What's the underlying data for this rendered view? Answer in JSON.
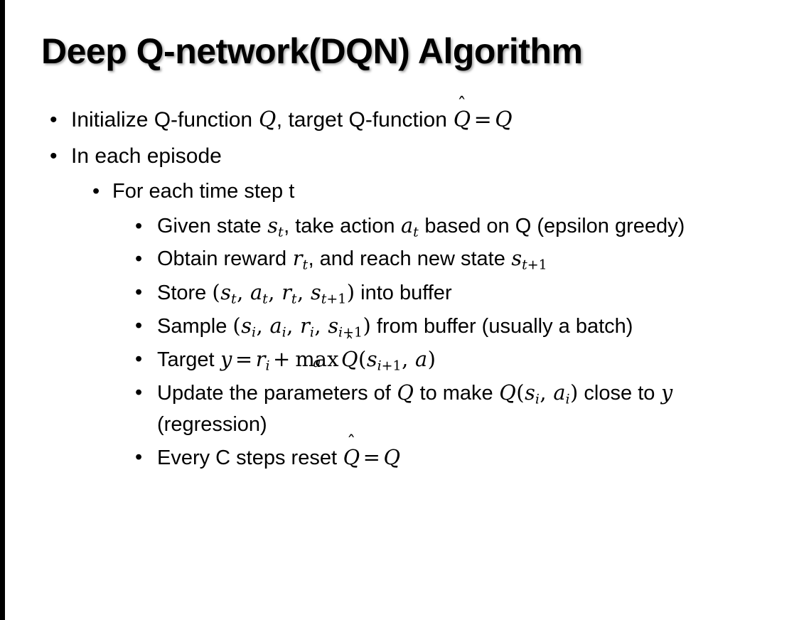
{
  "slide": {
    "title": "Deep Q-network(DQN) Algorithm",
    "accent_bar_color": "#000000",
    "background_color": "#ffffff",
    "text_color": "#000000",
    "bullet_glyph": "•"
  },
  "content": {
    "items": [
      {
        "level": 1,
        "name": "initialize-q-function",
        "plain_text": "Initialize Q-function Q, target Q-function Q̂ = Q",
        "segments": [
          {
            "kind": "text",
            "value": "Initialize Q-function "
          },
          {
            "kind": "math",
            "value": "Q"
          },
          {
            "kind": "text",
            "value": ", target Q-function "
          },
          {
            "kind": "math-hat",
            "value": "Q"
          },
          {
            "kind": "op",
            "value": "="
          },
          {
            "kind": "math",
            "value": "Q"
          }
        ]
      },
      {
        "level": 1,
        "name": "in-each-episode",
        "plain_text": "In each episode",
        "segments": [
          {
            "kind": "text",
            "value": "In each episode"
          }
        ]
      },
      {
        "level": 2,
        "name": "for-each-time-step",
        "plain_text": "For each time step t",
        "segments": [
          {
            "kind": "text",
            "value": "For each time step t"
          }
        ]
      },
      {
        "level": 3,
        "name": "given-state-take-action",
        "plain_text": "Given state s_t, take action a_t based on Q (epsilon greedy)",
        "segments": [
          {
            "kind": "text",
            "value": "Given state "
          },
          {
            "kind": "math-sub",
            "value": "s",
            "sub": "t"
          },
          {
            "kind": "text",
            "value": ", take action "
          },
          {
            "kind": "math-sub",
            "value": "a",
            "sub": "t"
          },
          {
            "kind": "text",
            "value": " based on Q (epsilon greedy)"
          }
        ]
      },
      {
        "level": 3,
        "name": "obtain-reward-reach-new-state",
        "plain_text": "Obtain reward r_t, and reach new state s_{t+1}",
        "segments": [
          {
            "kind": "text",
            "value": "Obtain reward "
          },
          {
            "kind": "math-sub",
            "value": "r",
            "sub": "t"
          },
          {
            "kind": "text",
            "value": ", and reach new state "
          },
          {
            "kind": "math-sub",
            "value": "s",
            "sub": "t+1"
          }
        ]
      },
      {
        "level": 3,
        "name": "store-into-buffer",
        "plain_text": "Store (s_t, a_t, r_t, s_{t+1}) into buffer",
        "segments": [
          {
            "kind": "text",
            "value": "Store "
          },
          {
            "kind": "mathup",
            "value": "("
          },
          {
            "kind": "math-sub",
            "value": "s",
            "sub": "t"
          },
          {
            "kind": "mathup",
            "value": ", "
          },
          {
            "kind": "math-sub",
            "value": "a",
            "sub": "t"
          },
          {
            "kind": "mathup",
            "value": ", "
          },
          {
            "kind": "math-sub",
            "value": "r",
            "sub": "t"
          },
          {
            "kind": "mathup",
            "value": ", "
          },
          {
            "kind": "math-sub",
            "value": "s",
            "sub": "t+1"
          },
          {
            "kind": "mathup",
            "value": ")"
          },
          {
            "kind": "text",
            "value": " into buffer"
          }
        ]
      },
      {
        "level": 3,
        "name": "sample-from-buffer",
        "plain_text": "Sample (s_i, a_i, r_i, s_{i+1}) from buffer (usually a batch)",
        "segments": [
          {
            "kind": "text",
            "value": "Sample "
          },
          {
            "kind": "mathup",
            "value": "("
          },
          {
            "kind": "math-sub",
            "value": "s",
            "sub": "i"
          },
          {
            "kind": "mathup",
            "value": ", "
          },
          {
            "kind": "math-sub",
            "value": "a",
            "sub": "i"
          },
          {
            "kind": "mathup",
            "value": ", "
          },
          {
            "kind": "math-sub",
            "value": "r",
            "sub": "i"
          },
          {
            "kind": "mathup",
            "value": ", "
          },
          {
            "kind": "math-sub",
            "value": "s",
            "sub": "i+1"
          },
          {
            "kind": "mathup",
            "value": ")"
          },
          {
            "kind": "text",
            "value": " from buffer (usually a batch)"
          }
        ]
      },
      {
        "level": 3,
        "name": "target-equation",
        "plain_text": "Target y = r_i + max_a Q̂(s_{i+1}, a)",
        "segments": [
          {
            "kind": "text",
            "value": "Target "
          },
          {
            "kind": "math",
            "value": "y"
          },
          {
            "kind": "op",
            "value": "="
          },
          {
            "kind": "math-sub",
            "value": "r",
            "sub": "i"
          },
          {
            "kind": "op",
            "value": "+"
          },
          {
            "kind": "max-op",
            "value": "max",
            "under": "a"
          },
          {
            "kind": "math-hat",
            "value": "Q"
          },
          {
            "kind": "mathup",
            "value": "("
          },
          {
            "kind": "math-sub",
            "value": "s",
            "sub": "i+1"
          },
          {
            "kind": "mathup",
            "value": ", "
          },
          {
            "kind": "math",
            "value": "a"
          },
          {
            "kind": "mathup",
            "value": ")"
          }
        ]
      },
      {
        "level": 3,
        "name": "update-parameters",
        "plain_text": "Update the parameters of Q to make Q(s_i, a_i) close to y (regression)",
        "segments": [
          {
            "kind": "text",
            "value": "Update the parameters of "
          },
          {
            "kind": "math",
            "value": "Q"
          },
          {
            "kind": "text",
            "value": " to make "
          },
          {
            "kind": "math",
            "value": "Q"
          },
          {
            "kind": "mathup",
            "value": "("
          },
          {
            "kind": "math-sub",
            "value": "s",
            "sub": "i"
          },
          {
            "kind": "mathup",
            "value": ", "
          },
          {
            "kind": "math-sub",
            "value": "a",
            "sub": "i"
          },
          {
            "kind": "mathup",
            "value": ")"
          },
          {
            "kind": "text",
            "value": " close to "
          },
          {
            "kind": "math",
            "value": "y"
          },
          {
            "kind": "text",
            "value": " (regression)"
          }
        ]
      },
      {
        "level": 3,
        "name": "reset-target-network",
        "plain_text": "Every C steps reset Q̂ = Q",
        "segments": [
          {
            "kind": "text",
            "value": "Every C steps reset "
          },
          {
            "kind": "math-hat",
            "value": "Q"
          },
          {
            "kind": "op",
            "value": "="
          },
          {
            "kind": "math",
            "value": "Q"
          }
        ]
      }
    ]
  }
}
